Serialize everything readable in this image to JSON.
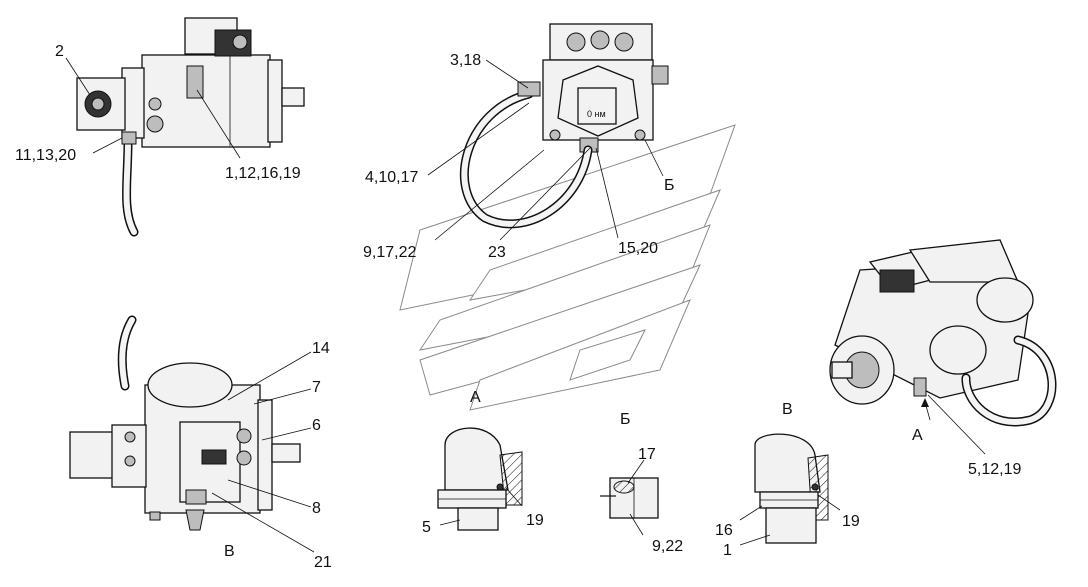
{
  "callouts": {
    "c_2": "2",
    "c_11_13_20": "11,13,20",
    "c_1_12_16_19_top": "1,12,16,19",
    "c_3_18": "3,18",
    "c_4_10_17": "4,10,17",
    "c_b_cyr": "Б",
    "c_9_17_22": "9,17,22",
    "c_23": "23",
    "c_15_20": "15,20",
    "c_14": "14",
    "c_7": "7",
    "c_6": "6",
    "c_8": "8",
    "c_21": "21",
    "c_v_cyr": "В",
    "c_5_12_19": "5,12,19",
    "c_a_arrow": "А"
  },
  "details": {
    "a": {
      "title": "А",
      "label_19": "19",
      "label_5": "5"
    },
    "b": {
      "title": "Б",
      "label_17": "17",
      "label_9_22": "9,22"
    },
    "v": {
      "title": "В",
      "label_16": "16",
      "label_19": "19",
      "label_1": "1"
    }
  }
}
